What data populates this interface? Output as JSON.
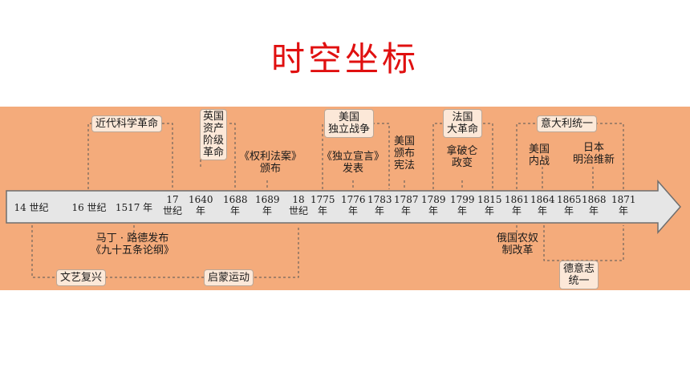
{
  "title": "时空坐标",
  "colors": {
    "title": "#e01010",
    "band": "#f4ab7b",
    "arrow_fill": "#e6e6e6",
    "arrow_stroke": "#6e6e6e",
    "dash": "#555555",
    "box_fill": "#fce8d8"
  },
  "axis_labels": [
    "14 世纪",
    "16 世纪",
    "1517 年",
    "17\n世纪",
    "1640\n年",
    "1688\n年",
    "1689\n年",
    "18\n世纪",
    "1775\n年",
    "1776\n年",
    "1783\n年",
    "1787\n年",
    "1789\n年",
    "1799\n年",
    "1815\n年",
    "1861\n年",
    "1864\n年",
    "1865\n年",
    "1868\n年",
    "1871\n年"
  ],
  "events_top": {
    "sci_rev": "近代科学革命",
    "eng_rev": "英国\n资产\n阶级\n革命",
    "bill": "《权利法案》\n颁布",
    "us_war": "美国\n独立战争",
    "us_decl": "《独立宣言》\n发表",
    "us_const": "美国\n颁布\n宪法",
    "fr_rev": "法国\n大革命",
    "napoleon": "拿破仑\n政变",
    "italy": "意大利统一",
    "us_civil": "美国\n内战",
    "meiji": "日本\n明治维新"
  },
  "events_bottom": {
    "luther": "马丁 · 路德发布\n《九十五条论纲》",
    "renaissance": "文艺复兴",
    "enlight": "启蒙运动",
    "russia": "俄国农奴\n制改革",
    "germany": "德意志\n统一"
  }
}
